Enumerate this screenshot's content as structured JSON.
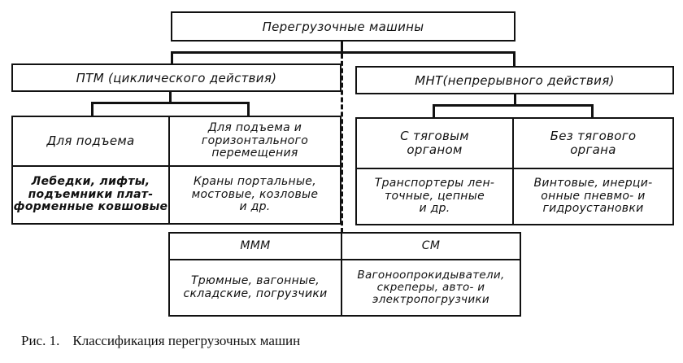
{
  "diagram": {
    "root": {
      "label": "Перегрузочные машины"
    },
    "branches": [
      {
        "label": "ПТМ (циклического действия)",
        "children": [
          {
            "header": "Для подъема",
            "examples": "Лебедки, лифты, подъемники плат-форменные ковшовые"
          },
          {
            "header": "Для подъема и горизонтального перемещения",
            "examples": "Краны портальные, мостовые, козловые и др."
          }
        ]
      },
      {
        "label": "МНТ (непрерывного действия)",
        "children": [
          {
            "header": "С тяговым органом",
            "examples": "Транспортеры лен-точные, цепные и др."
          },
          {
            "header": "Без тягового органа",
            "examples": "Винтовые, инерци-онные пневмо- и гидроустановки"
          }
        ]
      }
    ],
    "bottom": [
      {
        "header": "ММ М",
        "examples": "Трюмные, вагонные, складские, погрузчики"
      },
      {
        "header": "СМ",
        "examples": "Вагоноопрокидыватели, скреперы, авто- и электропогрузчики"
      }
    ],
    "lines": {
      "root": {
        "line1": "Перегрузочные машины"
      },
      "ptm": {
        "line1": "ПТМ (циклического действия)"
      },
      "mnt": {
        "line1": "МНТ(непрерывного действия)"
      },
      "ptm_lift": {
        "line1": "Для подъема"
      },
      "ptm_lift_horiz": {
        "line1": "Для подъема и",
        "line2": "горизонтального",
        "line3": "перемещения"
      },
      "ptm_lift_ex": {
        "line1": "Лебедки, лифты,",
        "line2": "подъемники плат-",
        "line3": "форменные ковшовые"
      },
      "ptm_lift_horiz_ex": {
        "line1": "Краны портальные,",
        "line2": "мостовые, козловые",
        "line3": "и др."
      },
      "mnt_with": {
        "line1": "С тяговым",
        "line2": "органом"
      },
      "mnt_without": {
        "line1": "Без тягового",
        "line2": "органа"
      },
      "mnt_with_ex": {
        "line1": "Транспортеры лен-",
        "line2": "точные, цепные",
        "line3": "и др."
      },
      "mnt_without_ex": {
        "line1": "Винтовые, инерци-",
        "line2": "онные пневмо- и",
        "line3": "гидроустановки"
      },
      "mmm": {
        "line1": "МММ"
      },
      "sm": {
        "line1": "СМ"
      },
      "mmm_ex": {
        "line1": "Трюмные, вагонные,",
        "line2": "складские, погрузчики"
      },
      "sm_ex": {
        "line1": "Вагоноопрокидыватели,",
        "line2": "скреперы, авто- и",
        "line3": "электропогрузчики"
      }
    }
  },
  "caption": {
    "number": "Рис. 1.",
    "text": "Классификация перегрузочных машин"
  }
}
